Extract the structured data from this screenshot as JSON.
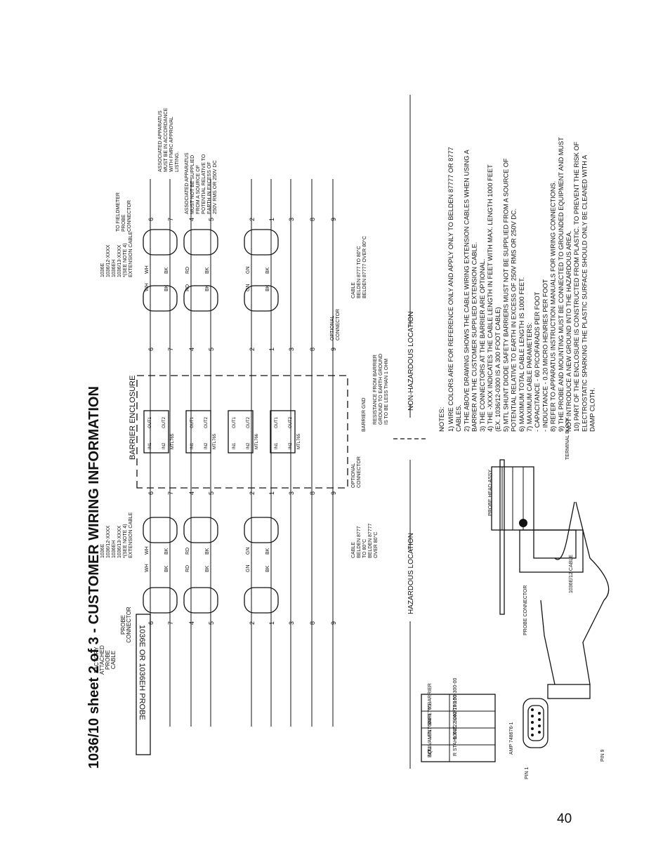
{
  "page_number": "40",
  "title": "1036/10 sheet 2 of 3 - CUSTOMER WIRING INFORMATION",
  "probe_label": "1036E OR 1036EH PROBE",
  "factory_cable_label": [
    "FACTORY",
    "ATTACHED",
    "PROBE",
    "CABLE"
  ],
  "probe_connector_label": [
    "PROBE",
    "CONNECTOR"
  ],
  "fieldmeter_label": [
    "TO FIELDMETER",
    "PROBE",
    "CONNECTOR"
  ],
  "ext_cable_label": [
    "1036E",
    "1036/12-XXXX",
    "1036EH",
    "1036/13-XXXX",
    "*(SEE NOTE 4)",
    "EXTENSION CABLE"
  ],
  "cable_spec_left": [
    "CABLE",
    "BELDEN 8777",
    "TO 80°C",
    "BELDEN 87777",
    "OVER 80°C"
  ],
  "cable_spec_right": [
    "CABLE",
    "BELDEN 8777 TO 80°C",
    "BELDEN 87777 OVER 80°C"
  ],
  "optional_connector": [
    "OPTIONAL",
    "CONNECTOR"
  ],
  "barrier_enclosure": "BARRIER ENCLOSURE",
  "barrier_gnd": "BARRIER GND",
  "resistance_note": [
    "RESISTANCE FROM BARRIER",
    "GROUND TO EARTH GROUND",
    "IS TO BE LESS THAN 1 OHM"
  ],
  "hazardous": "HAZARDOUS LOCATION",
  "non_hazardous": "NON-HAZARDOUS LOCATION",
  "associated_1": [
    "ASSOCIATED APPARATUS",
    "MUST BE IN ACCORDANCE",
    "WITH FMRC APPROVAL",
    "LISTING."
  ],
  "associated_2": [
    "ASSOCIATED APPARATUS",
    "MUST NOT BE SUPPLIED",
    "FROM A SOURCE OF",
    "POTENTIAL RELATIVE TO",
    "EARTH IN EXCESS OF",
    "250V RMS OR 250V DC"
  ],
  "pins_top": [
    "6",
    "7",
    "4",
    "5"
  ],
  "pins_bottom": [
    "2",
    "1",
    "3",
    "8",
    "9"
  ],
  "wire_colors_top": [
    "WH",
    "BK",
    "RD",
    "BK"
  ],
  "wire_colors_bottom": [
    "GN",
    "BK"
  ],
  "barrier_modules": [
    {
      "model": "MTL765",
      "in1": "IN1",
      "in2": "IN2",
      "out1": "OUT1",
      "out2": "OUT2"
    },
    {
      "model": "MTL765",
      "in1": "IN1",
      "in2": "IN2",
      "out1": "OUT1",
      "out2": "OUT2"
    },
    {
      "model": "MTL766",
      "in1": "IN1",
      "in2": "IN2",
      "out1": "OUT1",
      "out2": "OUT2"
    },
    {
      "model": "MTL765",
      "in1": "IN1",
      "in2": "IN2",
      "out1": "OUT1",
      "out2": "OUT2"
    }
  ],
  "barrier_table": {
    "rows": [
      [
        "MTL765",
        "9002/77-150-300-00"
      ],
      [
        "MTL766",
        "9002/22-240-160-00"
      ],
      [
        "MTL",
        "R STAHL INC."
      ]
    ],
    "footer": "EQUIVALENT SAFETY BARRIER"
  },
  "connector_labels": {
    "amp": "AMP 748676-1",
    "probe_connector": "PROBE CONNECTOR",
    "pin1": "PIN 1",
    "pin9": "PIN 9",
    "cable": "1036E/12 CABLE",
    "head": "PROBE HEAD ASSY",
    "terminal": "TERMINAL BLOCK"
  },
  "notes_title": "NOTES:",
  "notes": [
    "1) WIRE COLORS ARE FOR REFERENCE ONLY AND APPLY ONLY TO BELDEN 87777 OR 8777",
    "   CABLES.",
    "2) THE ABOVE DRAWING SHOWS THE CABLE WIRING EXTENSION CABLES WHEN USING A",
    "   BARRIER AN THE CUSTOMER SUPPLIED EXTENSION CABLE.",
    "3) THE CONNECTORS AT THE BARRIER ARE OPTIONAL.",
    "4) THE -XXXX INDICATES THE CABLE LENGTH IN FEET WITH MAX. LENGTH 1000 FEET",
    "   (EX. 1036/12-0300 IS A 300 FOOT CABLE)",
    "5) MTL SHUNT DIODE SAFETY BARRIERS MUST NOT BE SUPPLIED FROM A SOURCE OF",
    "   POTENTIAL RELATIVE TO EARTH IN EXCESS OF 250V RMS OR 250V DC.",
    "6) MAXIMUM TOTAL CABLE LENGTH IS 1000 FEET.",
    "7) MAXIMUM CABLE PARAMETERS:",
    "   - CAPACITANCE - 60 PICOFARADS PER FOOT",
    "   - INDUCTANCE - 0.20 MICRO HENRIES PER FOOT",
    "8) REFER TO APPARATUS INSTRUCTION MANUALS FOR WIRING CONNECTIONS.",
    "9) THE PROBE AND MOUNTING MUST BE CONNECTED TO GROUNDED EQUIPMENT AND MUST",
    "   NOT INTRODUCE A NEW GROUND INTO THE HAZARDOUS AREA.",
    "10) PART OF THE ENCLOSURE IS CONSTRUCTED FROM PLASTIC. TO PREVENT THE RISK OF",
    "   ELECTROSTATIC SPARKING THE PLASTIC SURFACE SHOULD ONLY BE CLEANED WITH A",
    "   DAMP CLOTH."
  ]
}
